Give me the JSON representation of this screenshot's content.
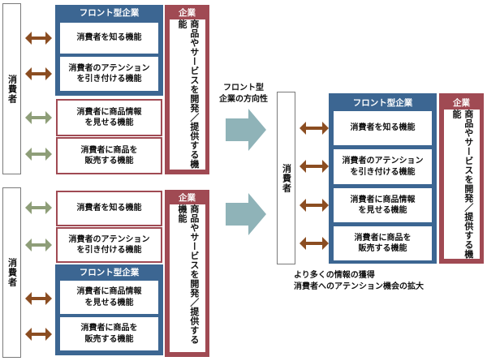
{
  "labels": {
    "consumer": "消費者",
    "front_company": "フロント型企業",
    "company": "企業",
    "company_role": "商品やサービスを開発／提供する機能",
    "f1": "消費者を知る機能",
    "f2_l1": "消費者のアテンション",
    "f2_l2": "を引き付ける機能",
    "f3_l1": "消費者に商品情報",
    "f3_l2": "を見せる機能",
    "f4_l1": "消費者に商品を",
    "f4_l2": "販売する機能"
  },
  "direction_label": {
    "line1": "フロント型",
    "line2": "企業の方向性"
  },
  "bottom_note": {
    "line1": "より多くの情報の獲得",
    "line2": "消費者へのアテンション機会の拡大"
  },
  "colors": {
    "front_panel": "#3c6692",
    "company_panel": "#a04a53",
    "arrow_brown": "#8b4d21",
    "arrow_green": "#8e9e78",
    "big_arrow": "#8fb3b8"
  }
}
